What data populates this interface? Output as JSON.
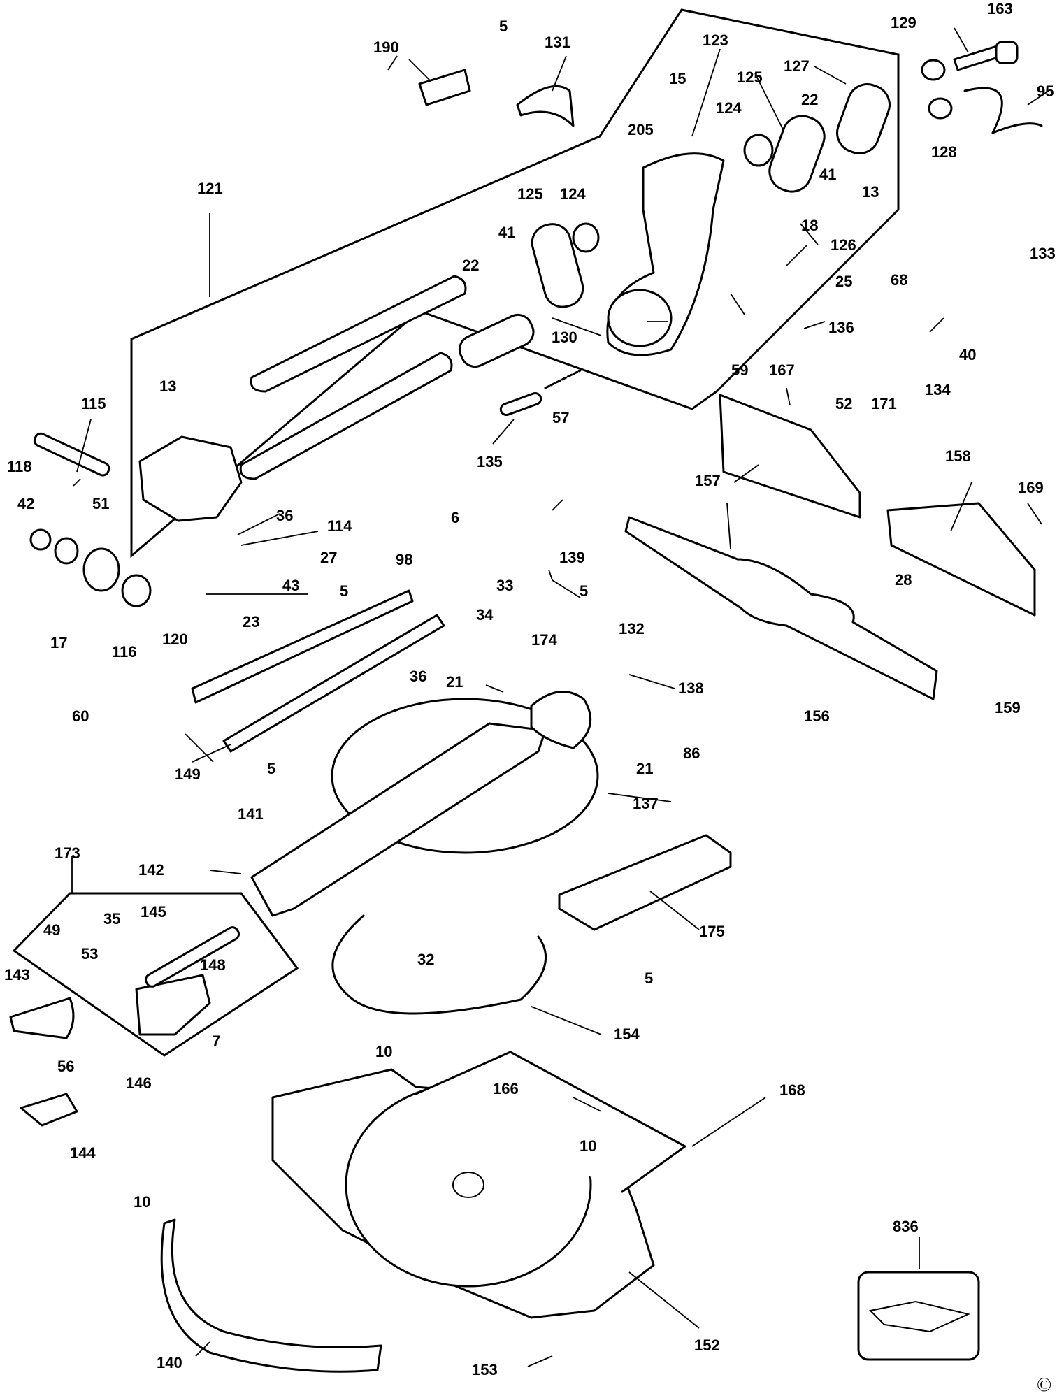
{
  "callouts": {
    "c5a": "5",
    "c190": "190",
    "c131": "131",
    "c123": "123",
    "c15": "15",
    "c205": "205",
    "c125a": "125",
    "c127": "127",
    "c22a": "22",
    "c124a": "124",
    "c41a": "41",
    "c13a": "13",
    "c129": "129",
    "c163": "163",
    "c95": "95",
    "c128": "128",
    "c121": "121",
    "c125b": "125",
    "c124b": "124",
    "c41b": "41",
    "c22b": "22",
    "c130": "130",
    "c18": "18",
    "c126": "126",
    "c25": "25",
    "c133": "133",
    "c68": "68",
    "c40": "40",
    "c136": "136",
    "c59": "59",
    "c167": "167",
    "c52": "52",
    "c171": "171",
    "c134": "134",
    "c13b": "13",
    "c57": "57",
    "c135": "135",
    "c115": "115",
    "c118": "118",
    "c51": "51",
    "c42": "42",
    "c36a": "36",
    "c114": "114",
    "c27": "27",
    "c6": "6",
    "c98": "98",
    "c139": "139",
    "c157": "157",
    "c158": "158",
    "c169": "169",
    "c17": "17",
    "c43": "43",
    "c5b": "5",
    "c23": "23",
    "c33": "33",
    "c5c": "5",
    "c116": "116",
    "c120": "120",
    "c34": "34",
    "c132": "132",
    "c28": "28",
    "c174": "174",
    "c36b": "36",
    "c21a": "21",
    "c138": "138",
    "c159": "159",
    "c60": "60",
    "c156": "156",
    "c86": "86",
    "c149": "149",
    "c5d": "5",
    "c21b": "21",
    "c141": "141",
    "c137": "137",
    "c173": "173",
    "c142": "142",
    "c145": "145",
    "c35": "35",
    "c49": "49",
    "c53": "53",
    "c175": "175",
    "c148": "148",
    "c32": "32",
    "c143": "143",
    "c5e": "5",
    "c7": "7",
    "c56": "56",
    "c146": "146",
    "c154": "154",
    "c10a": "10",
    "c166": "166",
    "c168": "168",
    "c144": "144",
    "c10b": "10",
    "c836": "836",
    "c10c": "10",
    "c140": "140",
    "c152": "152",
    "c153": "153"
  },
  "copyright_symbol": "©"
}
